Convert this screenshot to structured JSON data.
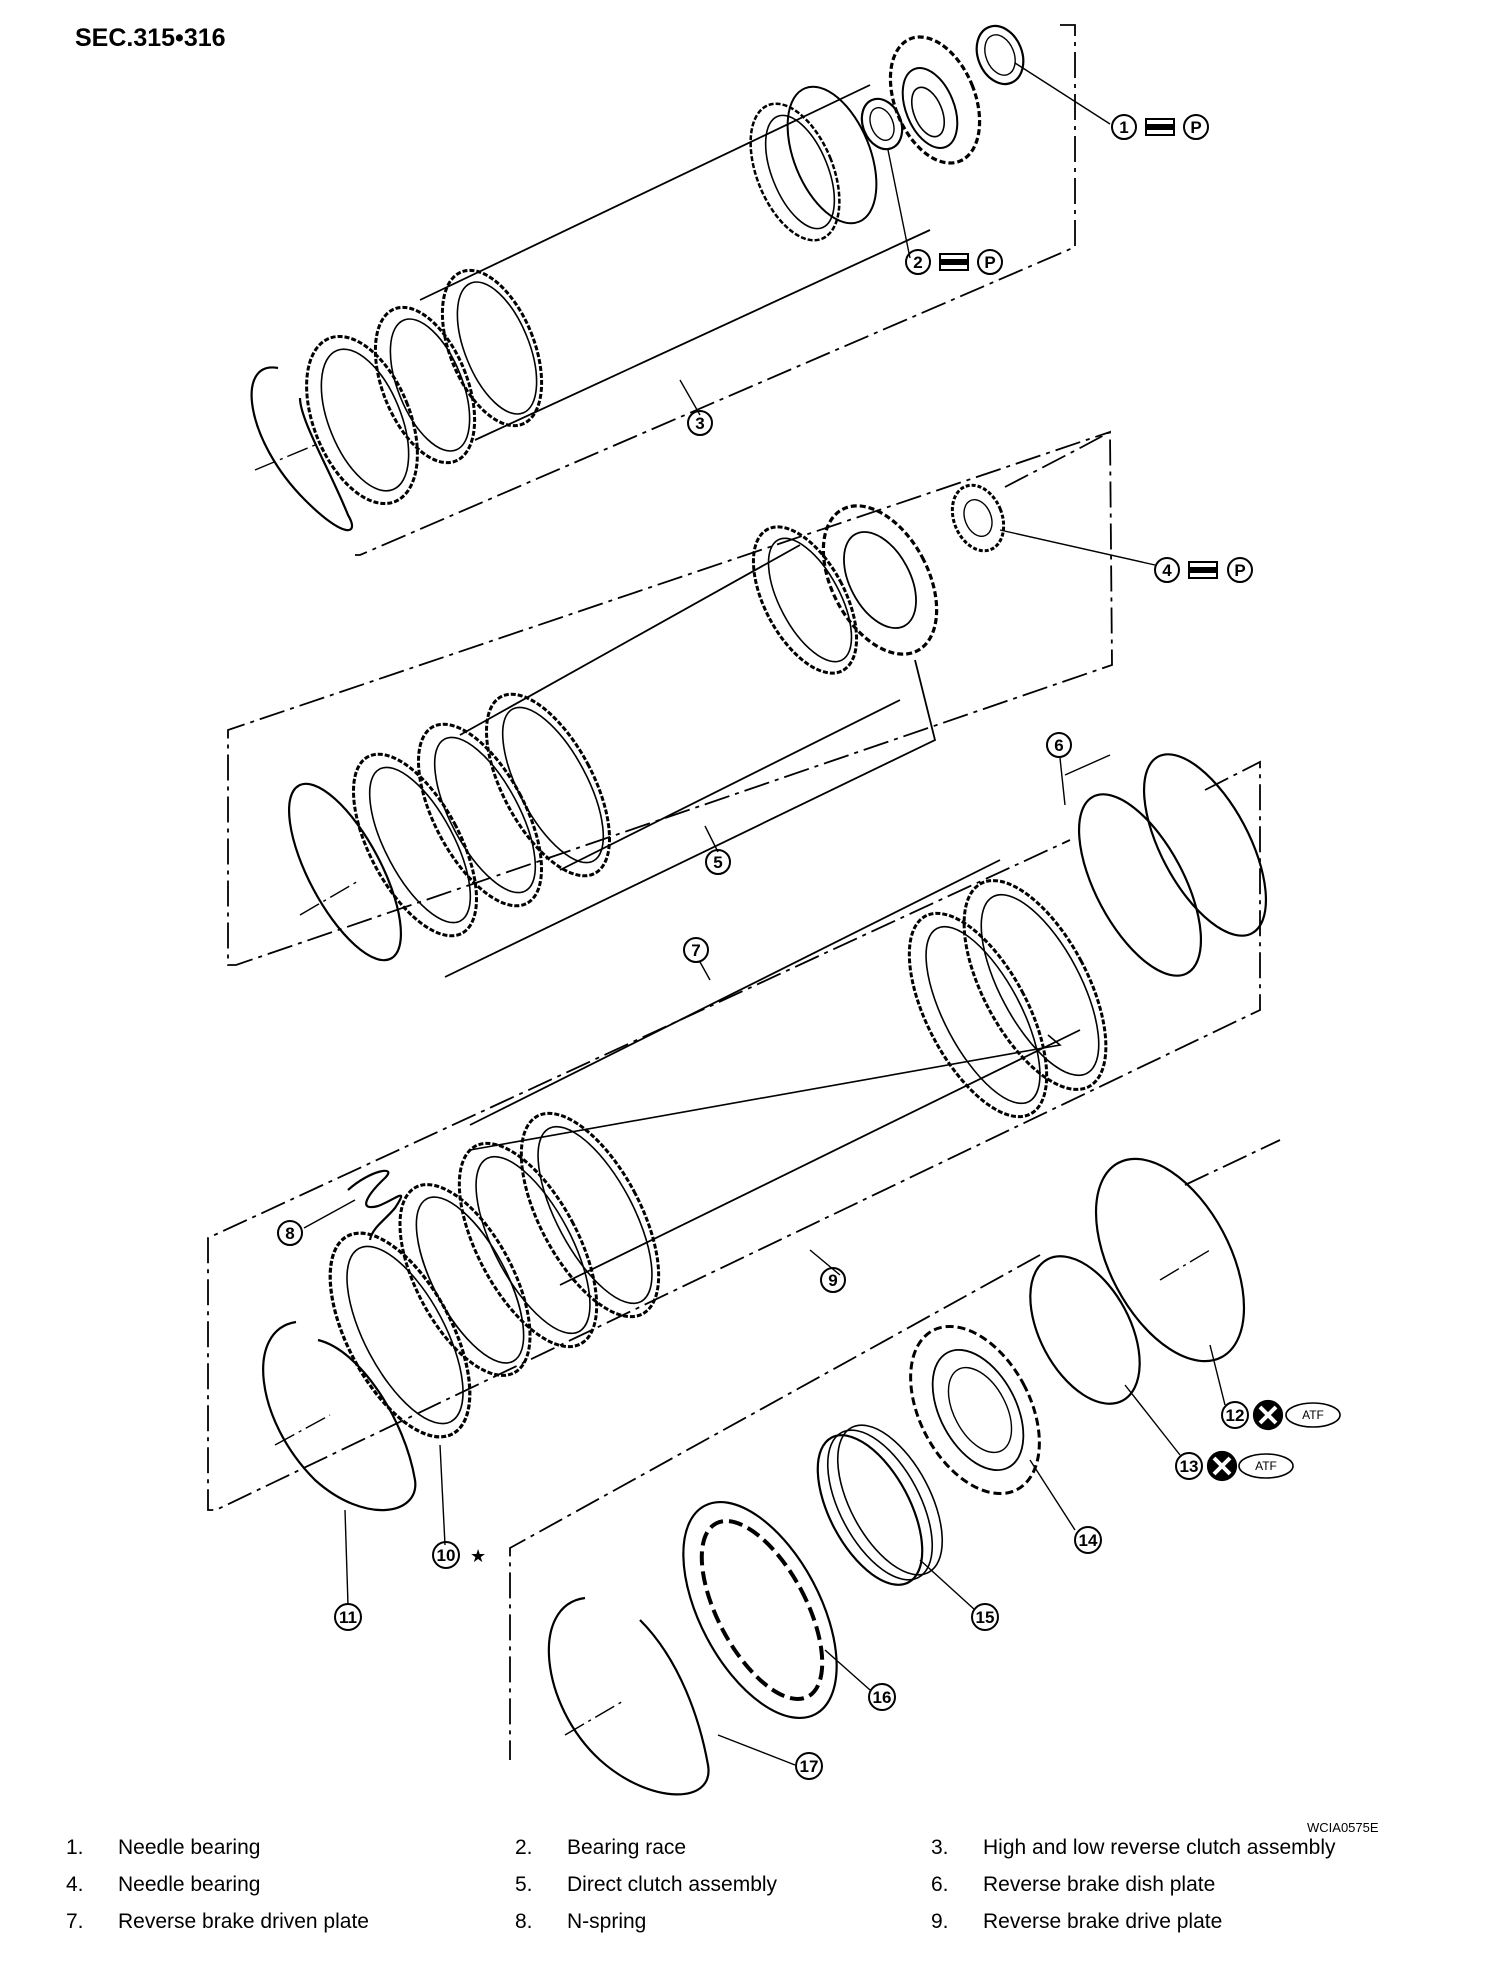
{
  "header": {
    "section": "SEC.315•316"
  },
  "figure_code": "WCIA0575E",
  "callouts": [
    {
      "number": "1",
      "marks": [
        "apply",
        "P"
      ]
    },
    {
      "number": "2",
      "marks": [
        "apply",
        "P"
      ]
    },
    {
      "number": "3",
      "marks": []
    },
    {
      "number": "4",
      "marks": [
        "apply",
        "P"
      ]
    },
    {
      "number": "5",
      "marks": []
    },
    {
      "number": "6",
      "marks": []
    },
    {
      "number": "7",
      "marks": []
    },
    {
      "number": "8",
      "marks": []
    },
    {
      "number": "9",
      "marks": []
    },
    {
      "number": "10",
      "marks": [
        "★"
      ]
    },
    {
      "number": "11",
      "marks": []
    },
    {
      "number": "12",
      "marks": [
        "x",
        "ATF"
      ]
    },
    {
      "number": "13",
      "marks": [
        "x",
        "ATF"
      ]
    },
    {
      "number": "14",
      "marks": []
    },
    {
      "number": "15",
      "marks": []
    },
    {
      "number": "16",
      "marks": []
    },
    {
      "number": "17",
      "marks": []
    }
  ],
  "symbols": {
    "p_mark": "P",
    "atf_mark": "ATF",
    "star_mark": "★"
  },
  "legend": [
    {
      "num": "1.",
      "label": "Needle bearing"
    },
    {
      "num": "2.",
      "label": "Bearing race"
    },
    {
      "num": "3.",
      "label": "High and low reverse clutch assembly"
    },
    {
      "num": "4.",
      "label": "Needle bearing"
    },
    {
      "num": "5.",
      "label": "Direct clutch assembly"
    },
    {
      "num": "6.",
      "label": "Reverse brake dish plate"
    },
    {
      "num": "7.",
      "label": "Reverse brake driven plate"
    },
    {
      "num": "8.",
      "label": "N-spring"
    },
    {
      "num": "9.",
      "label": "Reverse brake drive plate"
    }
  ]
}
